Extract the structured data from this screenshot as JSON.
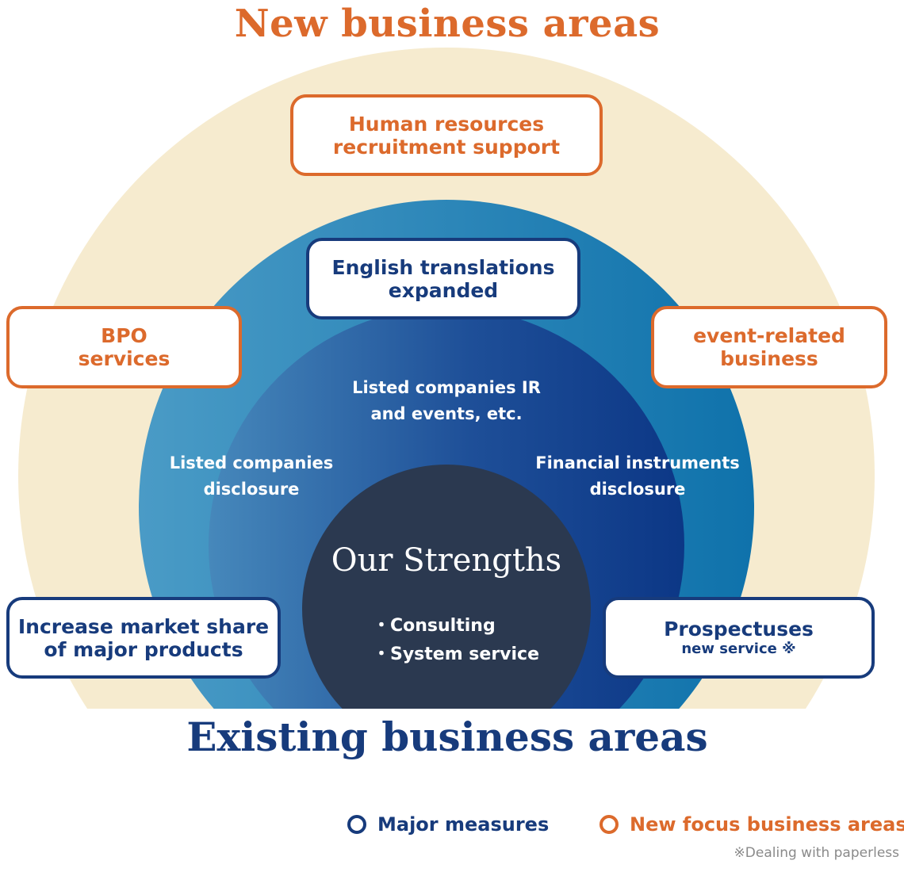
{
  "titles": {
    "new_business": "New business areas",
    "existing_business": "Existing business areas"
  },
  "boxes": {
    "hr": [
      "Human resources",
      "recruitment support"
    ],
    "english": [
      "English translations",
      "expanded"
    ],
    "bpo": [
      "BPO",
      "services"
    ],
    "event": [
      "event-related",
      "business"
    ],
    "market_share": [
      "Increase market share",
      "of major products"
    ],
    "prospectuses": {
      "title": "Prospectuses",
      "subtitle": "new service ※"
    }
  },
  "ring_labels": {
    "listed_ir": [
      "Listed companies IR",
      "and events, etc."
    ],
    "listed_disclosure": [
      "Listed companies",
      "disclosure"
    ],
    "financial_disclosure": [
      "Financial instruments",
      "disclosure"
    ]
  },
  "core": {
    "title": "Our Strengths",
    "items": [
      "・Consulting",
      "・System service"
    ]
  },
  "legend": {
    "major": "Major measures",
    "new_focus": "New focus business areas",
    "note": "※Dealing with paperless"
  },
  "colors": {
    "orange": "#dc6a2c",
    "navy": "#173b7c",
    "cream": "#f6ebcf",
    "outer_ring_left": "#4a9bc6",
    "outer_ring_right": "#0f72ab",
    "inner_ring_left": "#4688bb",
    "inner_ring_right": "#0c3786",
    "core": "#2b3950"
  }
}
